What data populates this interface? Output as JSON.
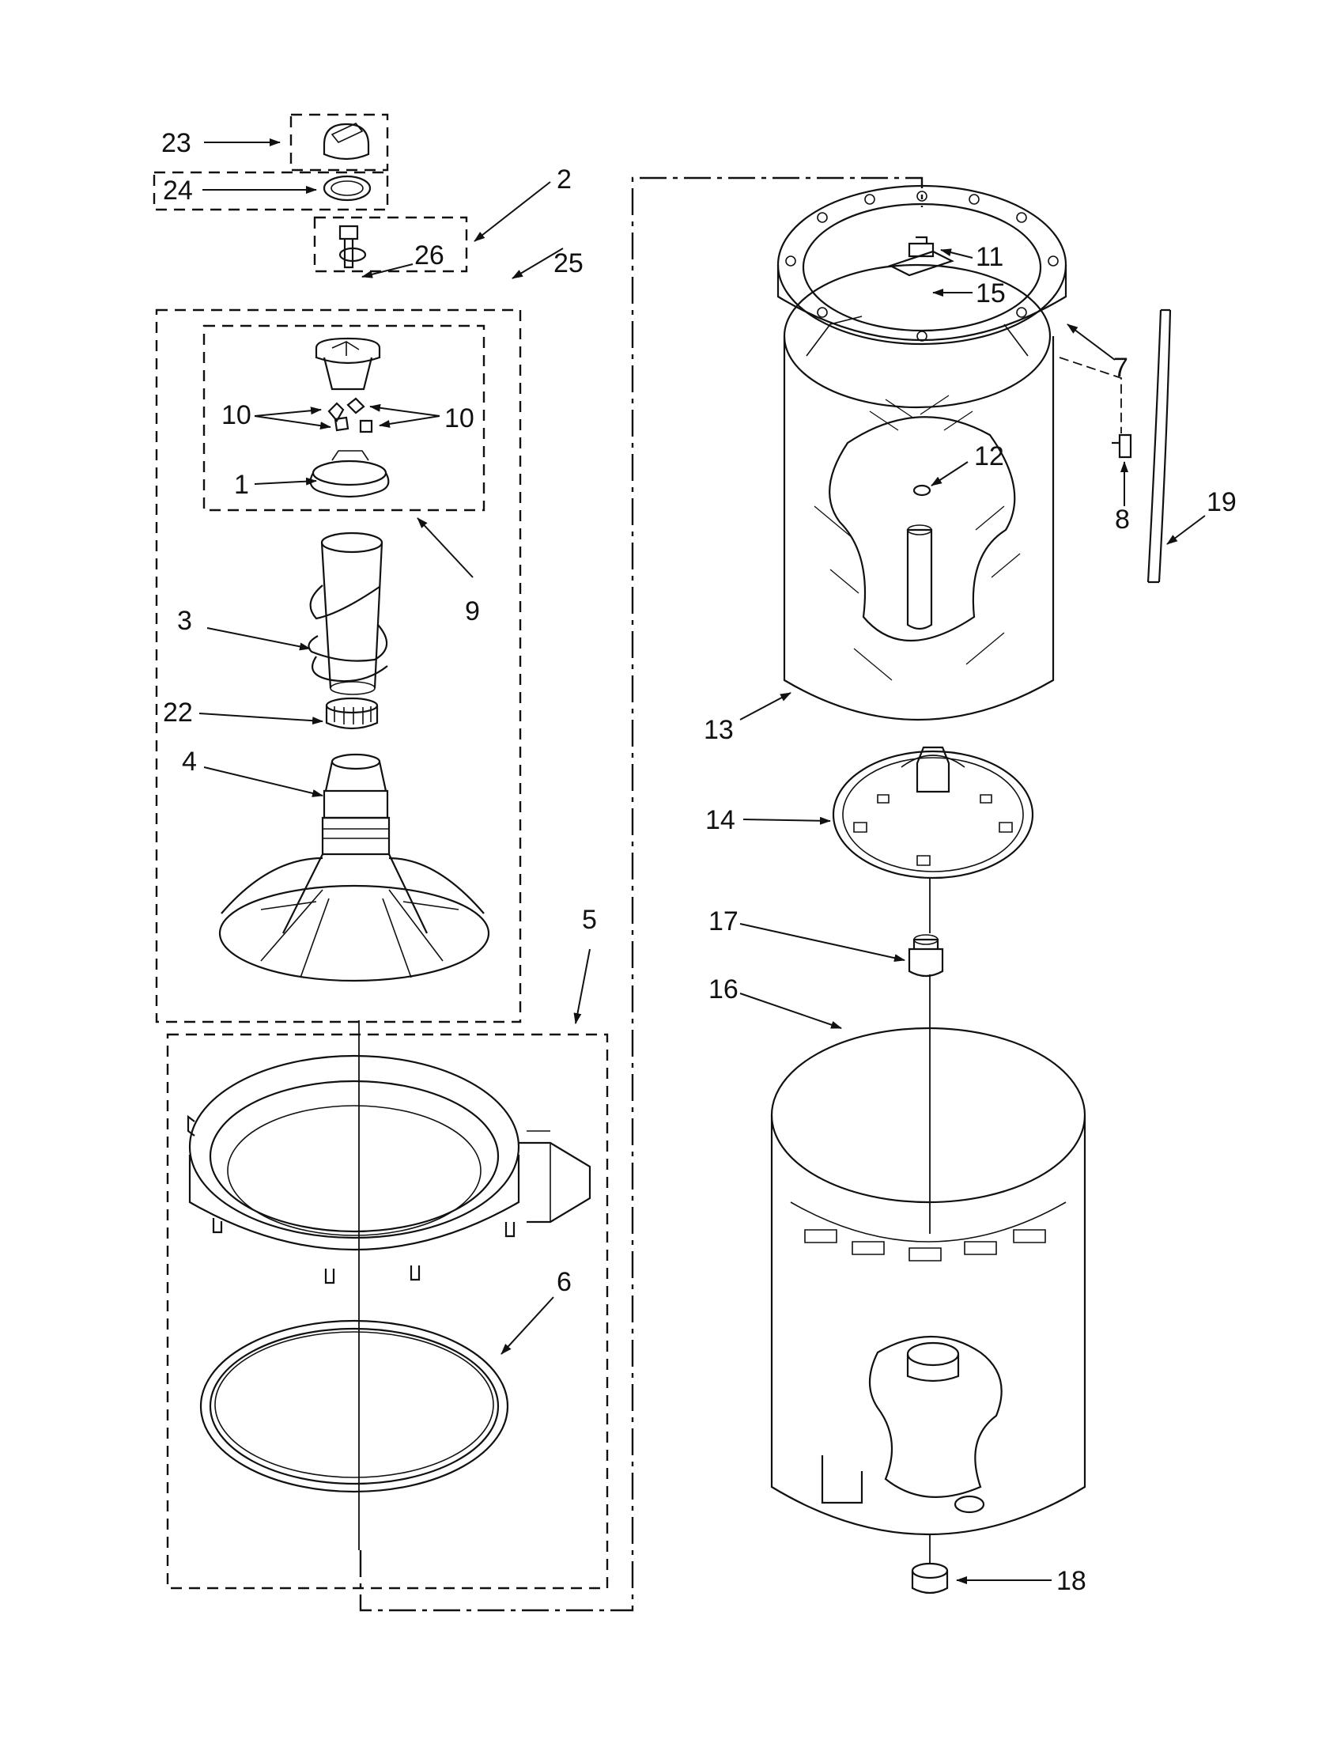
{
  "labels": {
    "p1": "1",
    "p2": "2",
    "p3": "3",
    "p4": "4",
    "p5": "5",
    "p6": "6",
    "p7": "7",
    "p8": "8",
    "p9": "9",
    "p10a": "10",
    "p10b": "10",
    "p11": "11",
    "p12": "12",
    "p13": "13",
    "p14": "14",
    "p15": "15",
    "p16": "16",
    "p17": "17",
    "p18": "18",
    "p19": "19",
    "p22": "22",
    "p23": "23",
    "p24": "24",
    "p25": "25",
    "p26": "26"
  },
  "colors": {
    "ink": "#111111",
    "paper": "#ffffff"
  }
}
